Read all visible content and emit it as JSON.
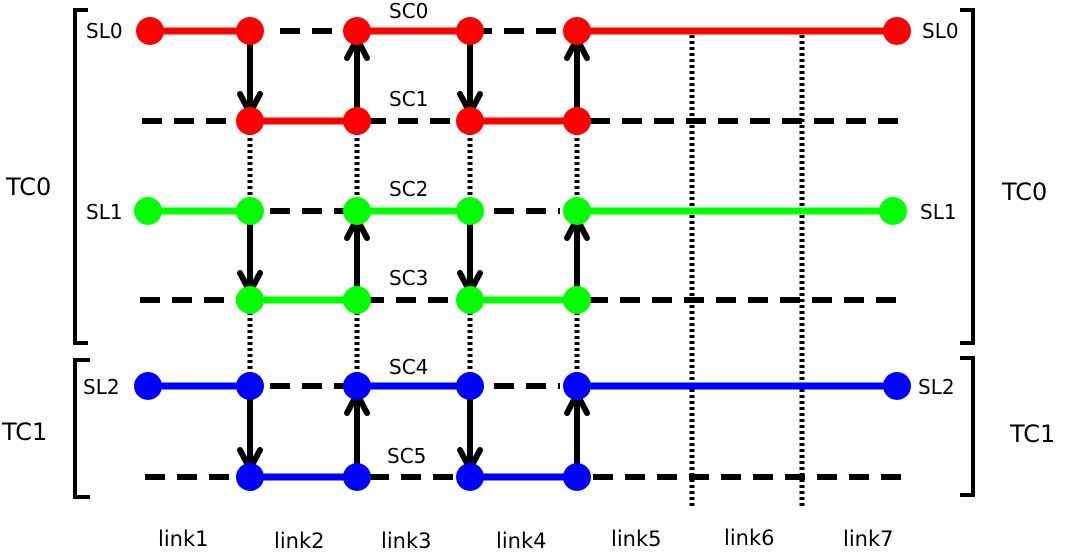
{
  "colors": {
    "red": "#ff0000",
    "green": "#00ff00",
    "blue": "#0000ff",
    "black": "#000000",
    "background": "#ffffff"
  },
  "groups": {
    "tc0_left": "TC0",
    "tc0_right": "TC0",
    "tc1_left": "TC1",
    "tc1_right": "TC1"
  },
  "lanes": {
    "sl0_left": "SL0",
    "sl0_right": "SL0",
    "sl1_left": "SL1",
    "sl1_right": "SL1",
    "sl2_left": "SL2",
    "sl2_right": "SL2"
  },
  "channels": [
    "SC0",
    "SC1",
    "SC2",
    "SC3",
    "SC4",
    "SC5"
  ],
  "links": [
    "link1",
    "link2",
    "link3",
    "link4",
    "link5",
    "link6",
    "link7"
  ]
}
